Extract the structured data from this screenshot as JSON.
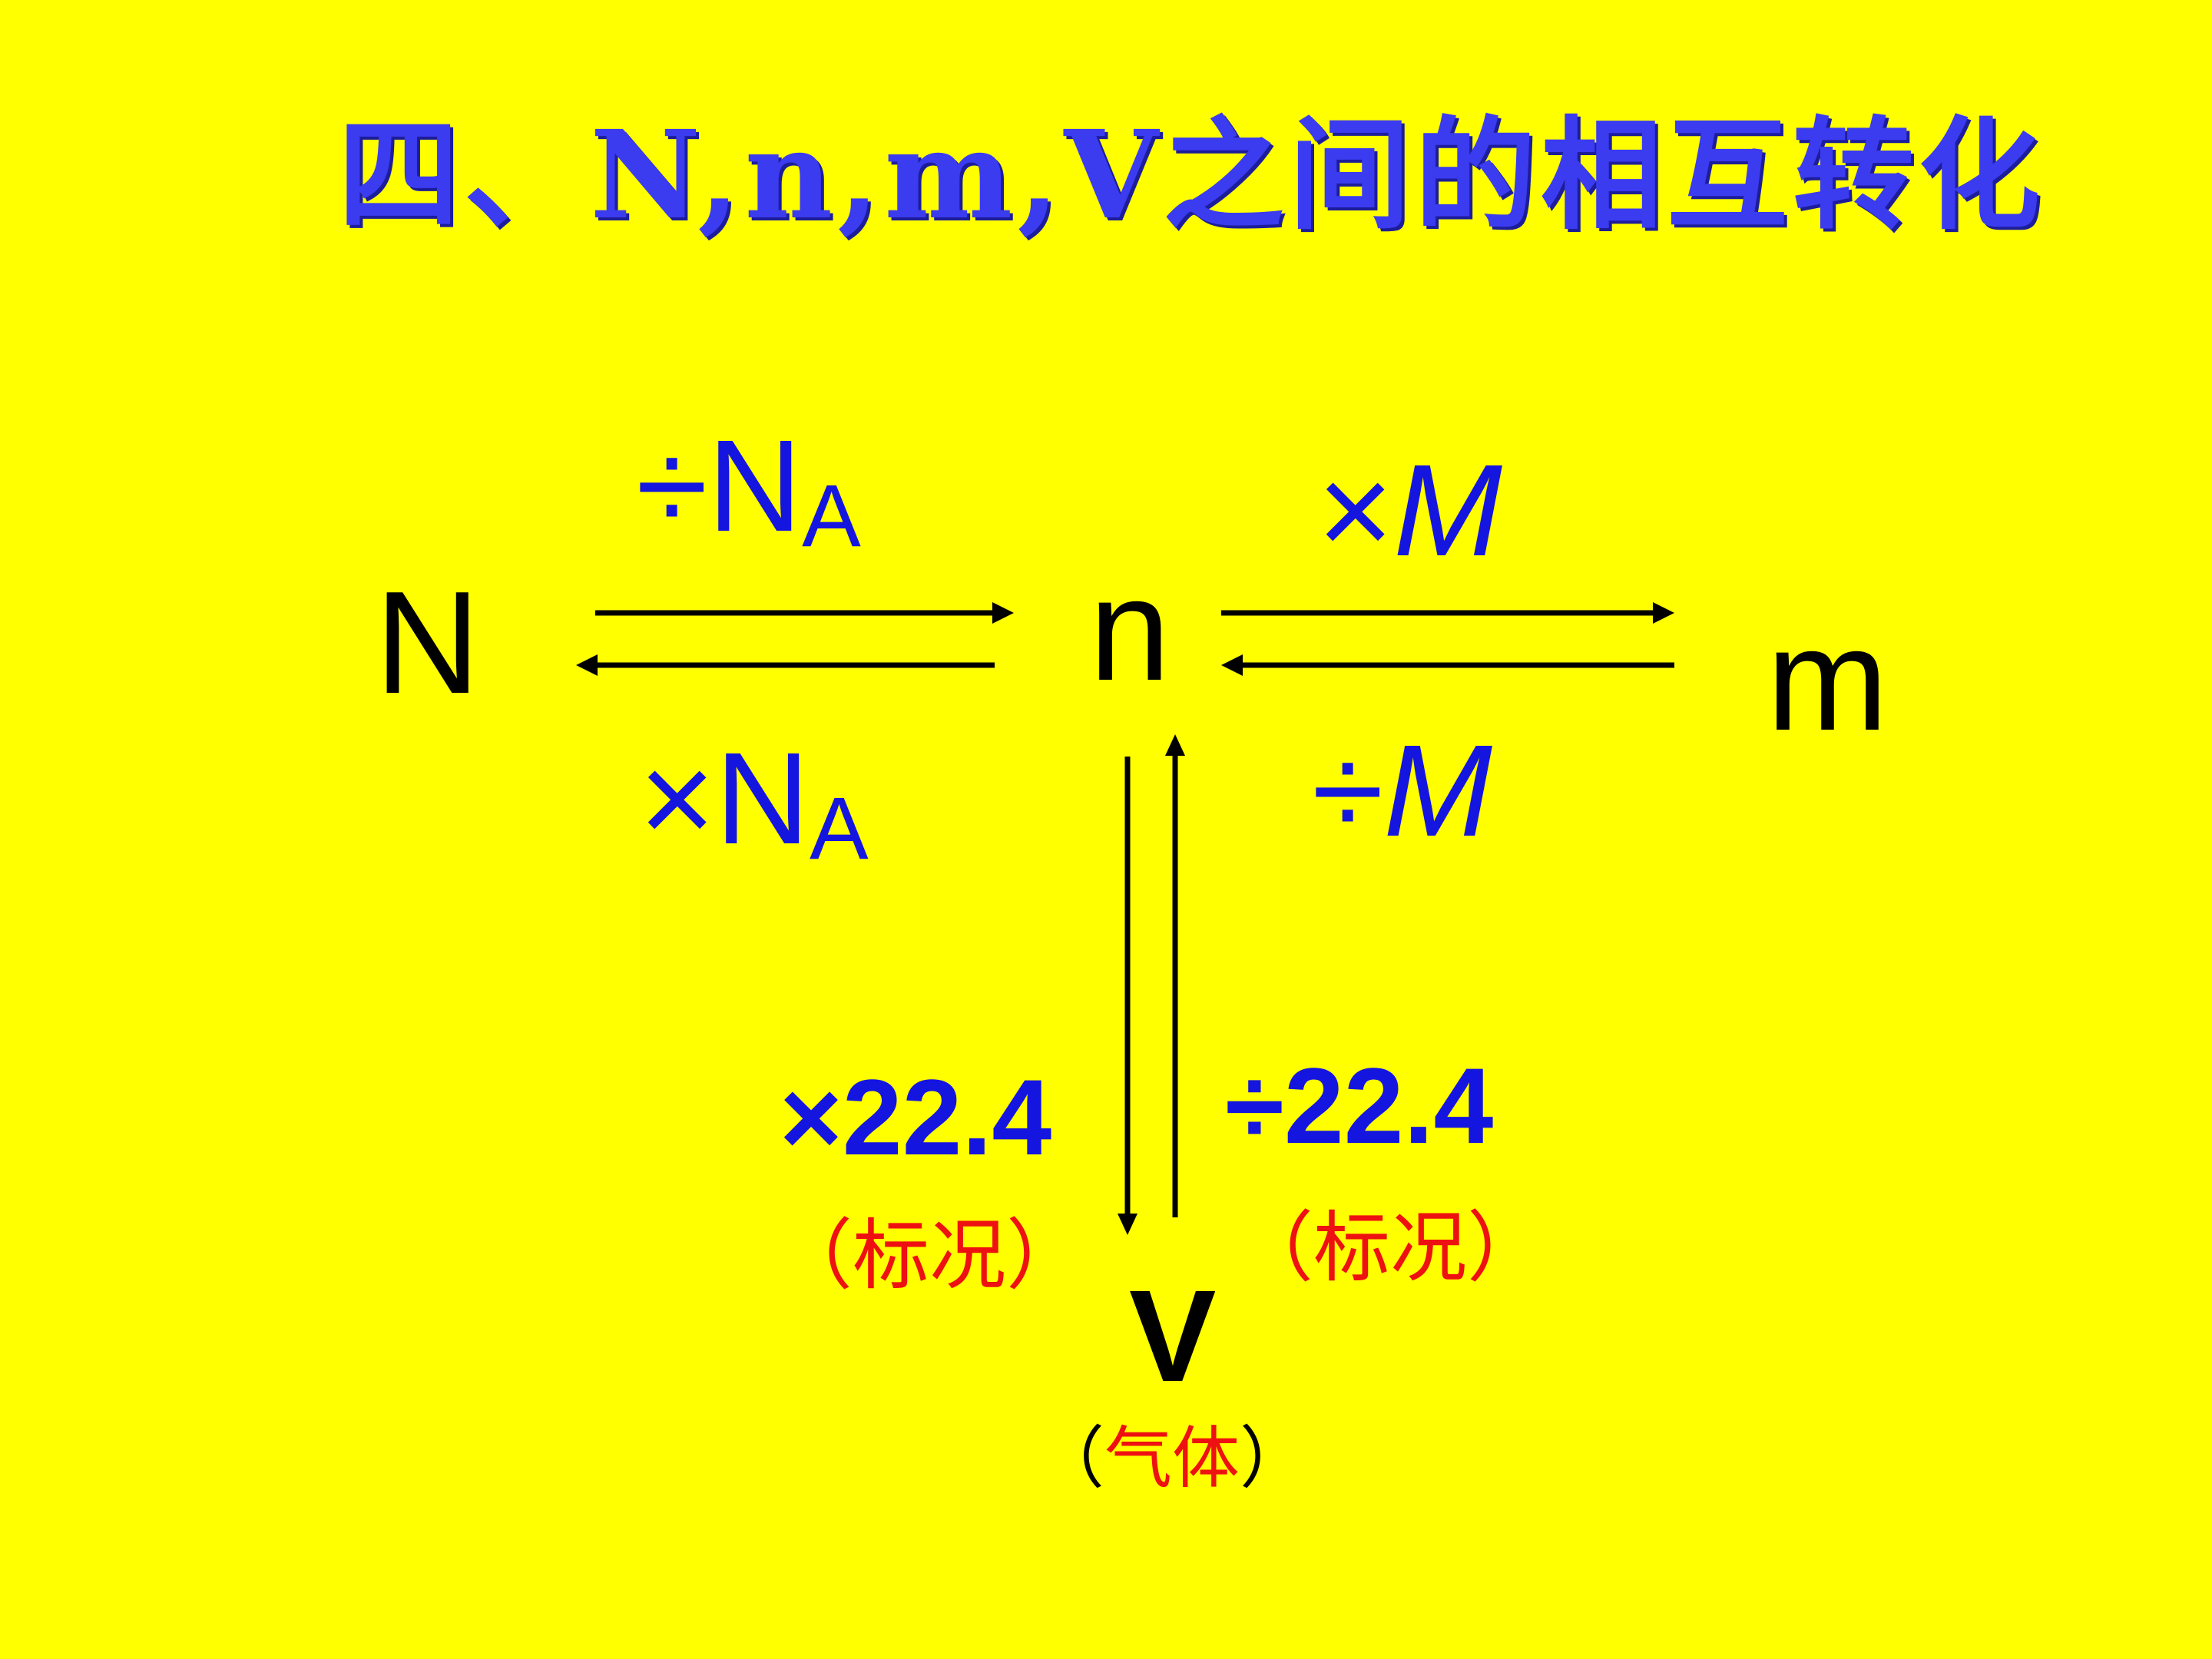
{
  "title": "四、N,n,m,V之间的相互转化",
  "nodes": {
    "N": "N",
    "n": "n",
    "m": "m",
    "V": "V",
    "gas_open": "（",
    "gas_label": "气体",
    "gas_close": "）"
  },
  "edges": {
    "N_to_n": {
      "op": "÷N",
      "sub": "A"
    },
    "n_to_N": {
      "op": "×N",
      "sub": "A"
    },
    "n_to_m": {
      "op": "×",
      "var": "M"
    },
    "m_to_n": {
      "op": "÷",
      "var": "M"
    },
    "n_to_V": {
      "op": "×22.4",
      "condition_open": "（",
      "condition": "标况",
      "condition_close": "）"
    },
    "V_to_n": {
      "op": "÷22.4",
      "condition_open": "（",
      "condition": "标况",
      "condition_close": "）"
    }
  },
  "colors": {
    "background": "#FFFF00",
    "title": "#3B3BF0",
    "operator": "#1515E0",
    "condition": "#EE1111",
    "symbol": "#000000"
  }
}
